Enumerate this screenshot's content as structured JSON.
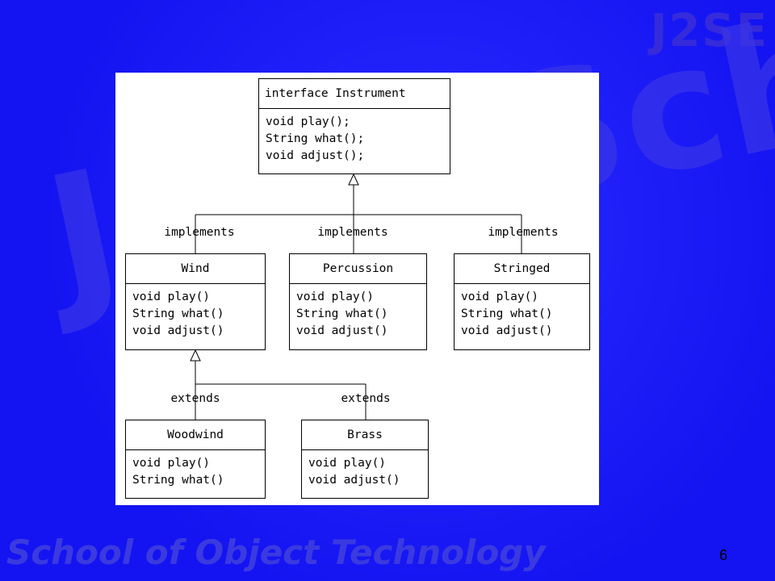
{
  "watermark": {
    "brand": "J2SE",
    "big_text": "Java School",
    "footer": "School of Object Technology"
  },
  "page_number": "6",
  "diagram": {
    "interface": {
      "name": "interface Instrument",
      "members": [
        "void play();",
        "String what();",
        "void adjust();"
      ]
    },
    "implementations": [
      {
        "name": "Wind",
        "relation": "implements",
        "members": [
          "void play()",
          "String what()",
          "void adjust()"
        ]
      },
      {
        "name": "Percussion",
        "relation": "implements",
        "members": [
          "void play()",
          "String what()",
          "void adjust()"
        ]
      },
      {
        "name": "Stringed",
        "relation": "implements",
        "members": [
          "void play()",
          "String what()",
          "void adjust()"
        ]
      }
    ],
    "subclasses": [
      {
        "name": "Woodwind",
        "relation": "extends",
        "members": [
          "void play()",
          "String what()"
        ]
      },
      {
        "name": "Brass",
        "relation": "extends",
        "members": [
          "void play()",
          "void adjust()"
        ]
      }
    ]
  }
}
